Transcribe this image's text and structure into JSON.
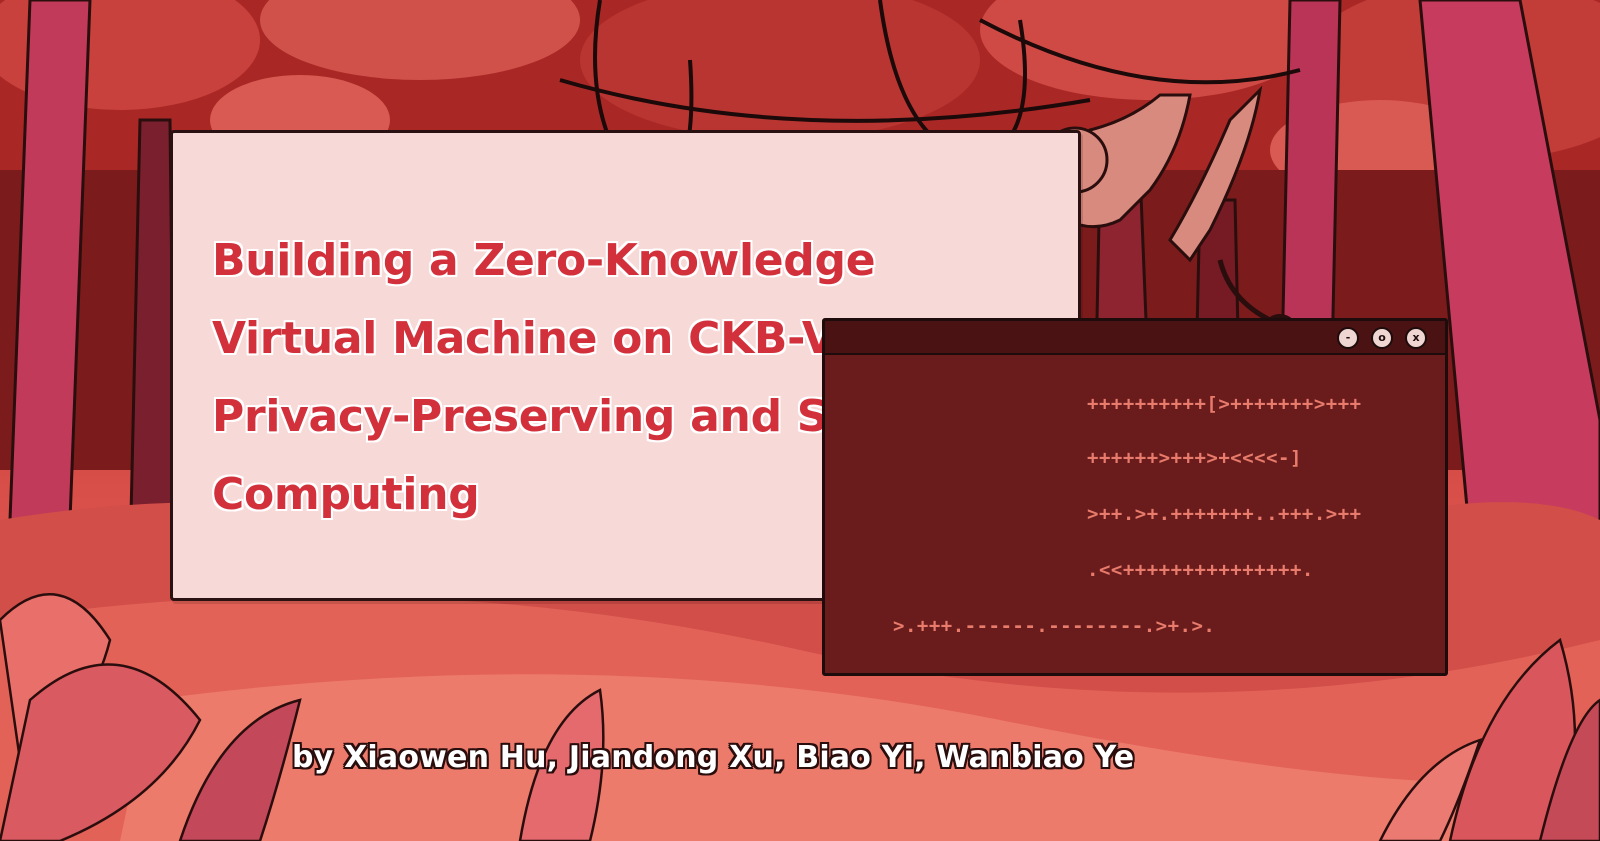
{
  "title": "Building a Zero-Knowledge Virtual Machine on CKB-VM for Privacy-Preserving and Secure Computing",
  "byline": "by Xiaowen Hu, Jiandong Xu, Biao Yi, Wanbiao Ye",
  "terminal": {
    "buttons": [
      "-",
      "o",
      "x"
    ],
    "code_lines": [
      "++++++++++[>+++++++>+++",
      "++++++>+++>+<<<<-]",
      ">++.>+.+++++++..+++.>++",
      ".<<+++++++++++++++.",
      ">.+++.------.--------.>+.>."
    ]
  },
  "colors": {
    "title": "#d2303b",
    "note_paper": "#f7d9d8",
    "terminal_bg": "#6a1c1c",
    "code": "#e87b6c",
    "sky": "#b8302c",
    "ground": "#e56a5e"
  },
  "illustration": {
    "elements": [
      "forest-trees",
      "hanging-vines",
      "monkey",
      "sticky-note",
      "terminal-window",
      "foreground-leaves"
    ]
  }
}
